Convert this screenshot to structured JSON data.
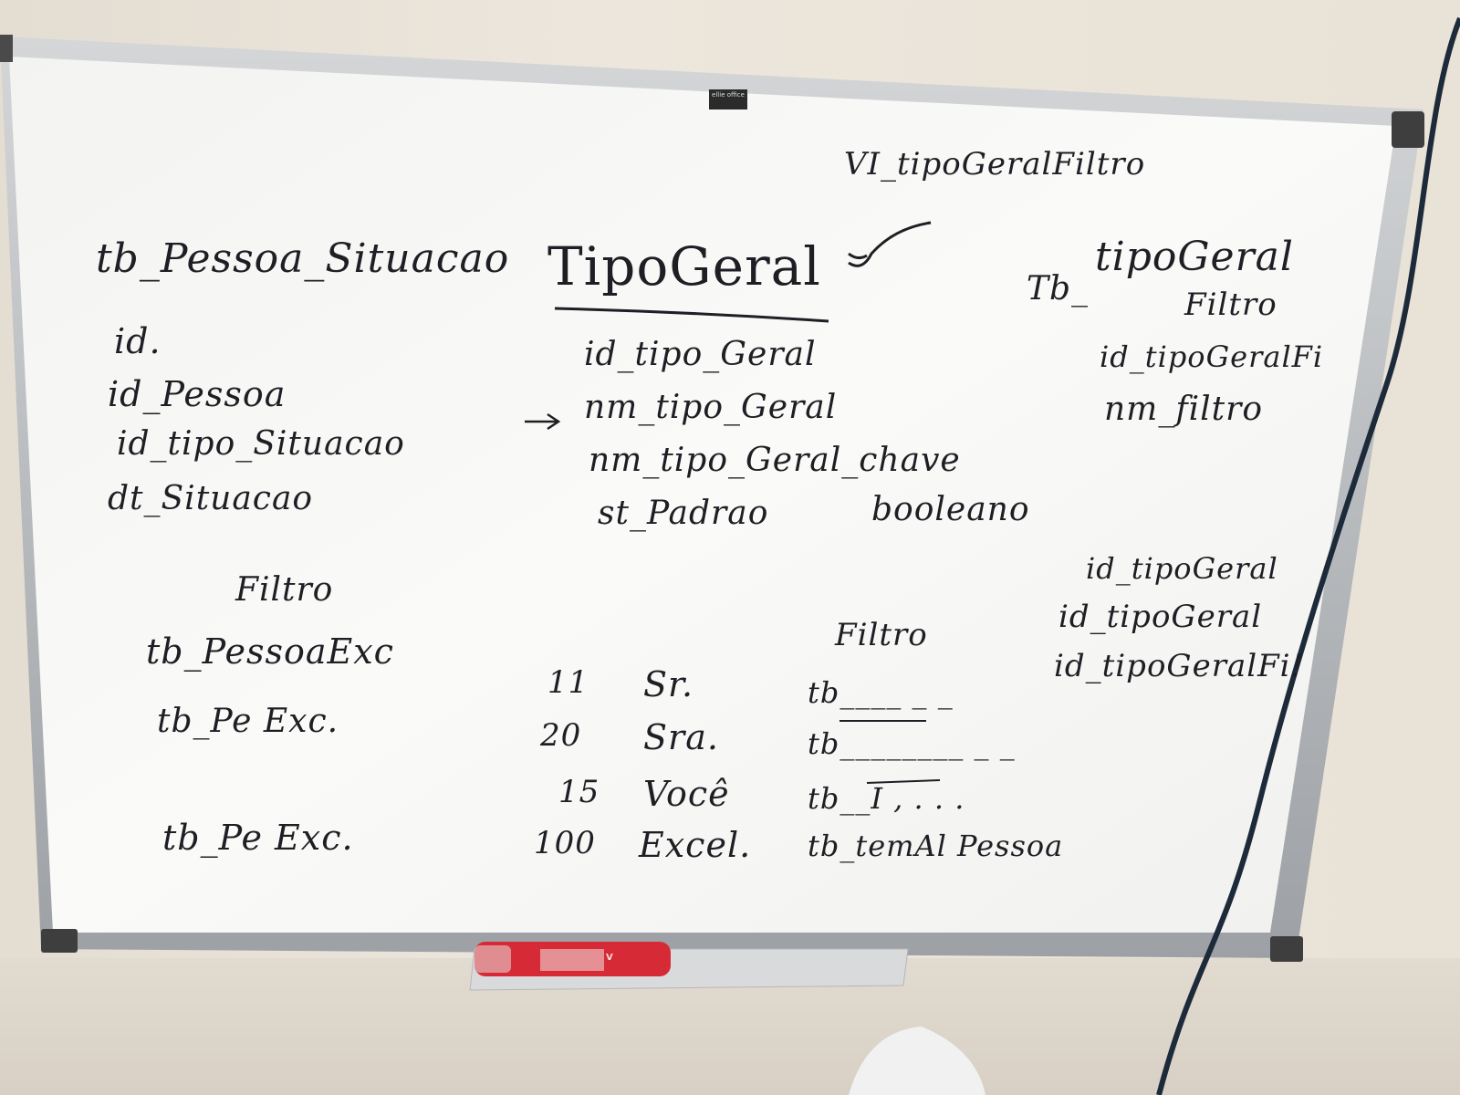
{
  "board": {
    "brand": "ellie office",
    "marker_label": "V"
  },
  "colors": {
    "wall": "#e9e2d6",
    "board_surface": "#f6f6f4",
    "frame": "#b9bcbf",
    "ink": "#1e1e24",
    "marker": "#d62a36",
    "cable": "#1c2a3a"
  },
  "left_column": {
    "title": "tb_Pessoa_Situacao",
    "fields": [
      "id.",
      "id_Pessoa",
      "id_tipo_Situacao",
      "dt_Situacao"
    ],
    "filter_heading": "Filtro",
    "filter_items": [
      "tb_PessoaExc",
      "tb_Pe Exc.",
      "tb_Pe Exc."
    ]
  },
  "center_column": {
    "title": "TipoGeral",
    "fields": [
      "id_tipo_Geral",
      "nm_tipo_Geral",
      "nm_tipo_Geral_chave",
      "st_Padrao"
    ],
    "type_note": "booleano",
    "arrow": "→",
    "rows": [
      {
        "id": "11",
        "value": "Sr.",
        "filtro": "tb____ _ _"
      },
      {
        "id": "20",
        "value": "Sra.",
        "filtro": "tb________ _ _"
      },
      {
        "id": "15",
        "value": "Você",
        "filtro": "tb__I , . . ."
      },
      {
        "id": "100",
        "value": "Excel.",
        "filtro": "tb_temAl Pessoa"
      }
    ],
    "filtro_heading": "Filtro"
  },
  "right_column": {
    "top_note": "VI_tipoGeralFiltro",
    "title_prefix": "Tb_",
    "title": "tipoGeral",
    "title_suffix": "Filtro",
    "fields": [
      "id_tipoGeralFi",
      "nm_filtro"
    ],
    "lower_fields": [
      "id_tipoGeral",
      "id_tipoGeral",
      "id_tipoGeralFi!"
    ]
  }
}
